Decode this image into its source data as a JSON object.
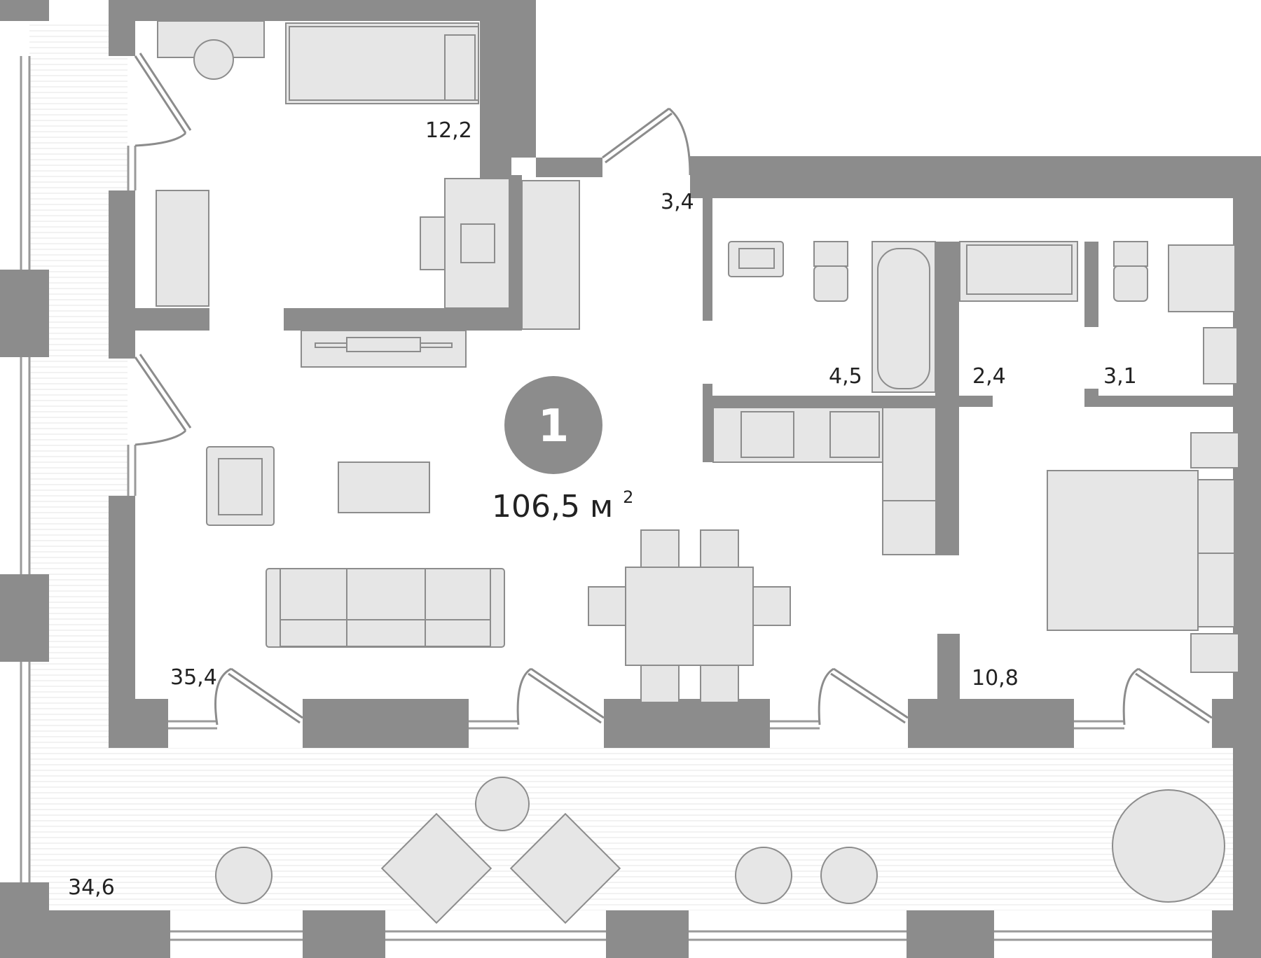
{
  "plan": {
    "room_count": "1",
    "total_area_value": "106,5",
    "total_area_unit": "м",
    "total_area_exp": "2",
    "rooms": [
      {
        "id": "study",
        "area": "12,2"
      },
      {
        "id": "hall",
        "area": "3,4"
      },
      {
        "id": "bathroom",
        "area": "4,5"
      },
      {
        "id": "closet",
        "area": "2,4"
      },
      {
        "id": "shower-room",
        "area": "3,1"
      },
      {
        "id": "living-room",
        "area": "35,4"
      },
      {
        "id": "bedroom",
        "area": "10,8"
      },
      {
        "id": "terrace",
        "area": "34,6"
      }
    ]
  },
  "colors": {
    "wall": "#8c8c8c",
    "furniture_fill": "#e6e6e6",
    "furniture_stroke": "#8c8c8c",
    "badge": "#8c8c8c",
    "terrace_hatch": "#e9e9e9"
  }
}
